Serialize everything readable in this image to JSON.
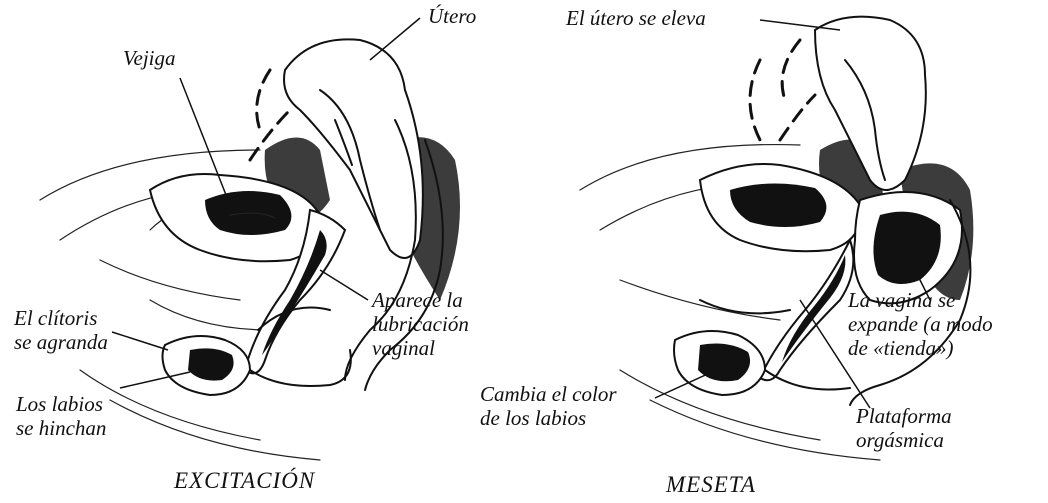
{
  "excitement_panel": {
    "caption": "EXCITACIÓN",
    "labels": {
      "uterus": "Útero",
      "bladder": "Vejiga",
      "lubrication": [
        "Aparece la",
        "lubricación",
        "vaginal"
      ],
      "clitoris": [
        "El clítoris",
        "se agranda"
      ],
      "labia": [
        "Los labios",
        "se hinchan"
      ]
    }
  },
  "plateau_panel": {
    "caption": "MESETA",
    "labels": {
      "uterus_rises": "El útero se eleva",
      "vagina_expands": [
        "La vagina se",
        "expande (a modo",
        "de «tienda»)"
      ],
      "labia_color": [
        "Cambia el color",
        "de los labios"
      ],
      "orgasmic_platform": [
        "Plataforma",
        "orgásmica"
      ]
    }
  }
}
